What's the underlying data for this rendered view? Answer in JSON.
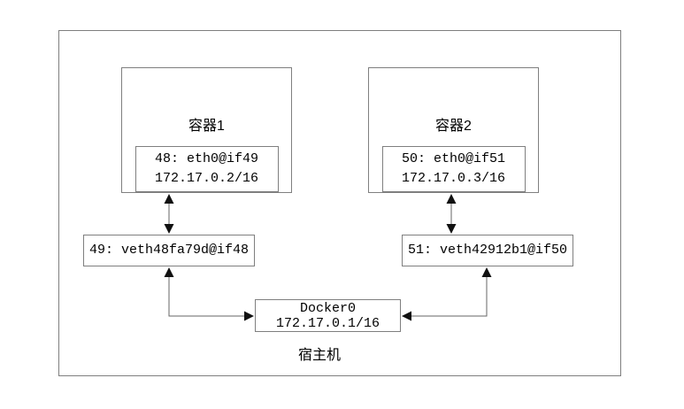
{
  "diagram": {
    "host_label": "宿主机",
    "containers": [
      {
        "title": "容器1",
        "interface": "48: eth0@if49",
        "ip": "172.17.0.2/16"
      },
      {
        "title": "容器2",
        "interface": "50: eth0@if51",
        "ip": "172.17.0.3/16"
      }
    ],
    "veths": [
      {
        "label": "49: veth48fa79d@if48"
      },
      {
        "label": "51: veth42912b1@if50"
      }
    ],
    "bridge": {
      "name": "Docker0",
      "ip": "172.17.0.1/16"
    },
    "colors": {
      "background": "#ffffff",
      "box_border": "#7f7f7f",
      "connector_line": "#666666",
      "arrowhead": "#111111",
      "text": "#000000"
    }
  }
}
